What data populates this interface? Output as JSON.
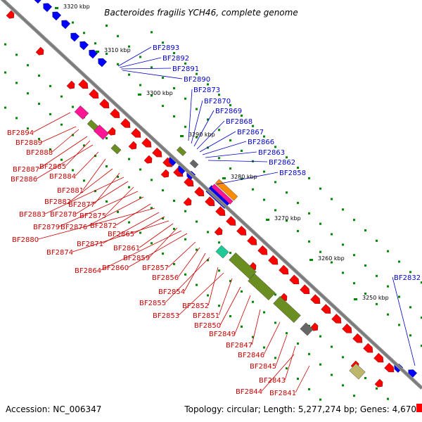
{
  "title": "Bacteroides fragilis YCH46, complete genome",
  "footer": {
    "accession": "Accession: NC_006347",
    "summary": "Topology: circular; Length: 5,277,274 bp; Genes: 4,670"
  },
  "colors": {
    "backbone": "#888888",
    "forward_gene": "#ff0000",
    "reverse_gene": "#0000ff",
    "label_forward": "#cc0000",
    "label_reverse": "#0000cc",
    "tick": "#008800",
    "olive": "#6b8e23",
    "pink": "#ff1493",
    "teal": "#20c997",
    "gray": "#666666",
    "orange": "#ff8c00",
    "khaki": "#bdb76b"
  },
  "kbp_ticks": [
    "3320 kbp",
    "3310 kbp",
    "3300 kbp",
    "3290 kbp",
    "3280 kbp",
    "3270 kbp",
    "3260 kbp",
    "3250 kbp"
  ],
  "reverse_labels": [
    "BF2893",
    "BF2892",
    "BF2891",
    "BF2890",
    "BF2873",
    "BF2870",
    "BF2869",
    "BF2868",
    "BF2867",
    "BF2866",
    "BF2863",
    "BF2862",
    "BF2858",
    "BF2832"
  ],
  "forward_labels": [
    "BF2894",
    "BF2889",
    "BF2888",
    "BF2887",
    "BF2885",
    "BF2886",
    "BF2884",
    "BF2881",
    "BF2882",
    "BF2877",
    "BF2883",
    "BF2878",
    "BF2875",
    "BF2879",
    "BF2876",
    "BF2872",
    "BF2880",
    "BF2871",
    "BF2865",
    "BF2874",
    "BF2861",
    "BF2859",
    "BF2864",
    "BF2860",
    "BF2857",
    "BF2856",
    "BF2854",
    "BF2855",
    "BF2852",
    "BF2853",
    "BF2851",
    "BF2850",
    "BF2849",
    "BF2847",
    "BF2846",
    "BF2845",
    "BF2843",
    "BF2844",
    "BF2841"
  ]
}
